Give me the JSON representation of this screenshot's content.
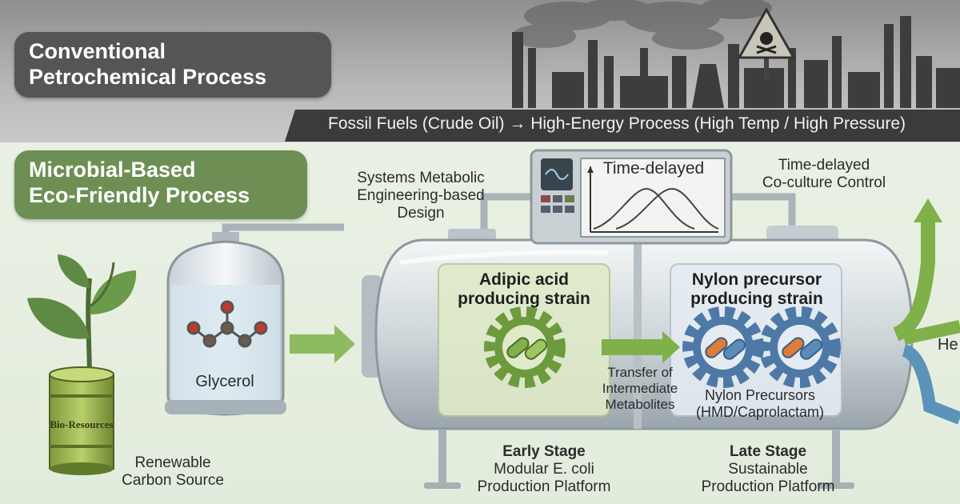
{
  "header": {
    "conventional_title_line1": "Conventional",
    "conventional_title_line2": "Petrochemical Process",
    "fossil_line": "Fossil Fuels (Crude Oil) → High-Energy Process (High Temp / High Pressure)"
  },
  "microbial": {
    "title_line1": "Microbial-Based",
    "title_line2": "Eco-Friendly Process"
  },
  "labels": {
    "design_line1": "Systems Metabolic",
    "design_line2": "Engineering-based",
    "design_line3": "Design",
    "monitor_title": "Time-delayed",
    "coculture_line1": "Time-delayed",
    "coculture_line2": "Co-culture Control",
    "glycerol": "Glycerol",
    "barrel_text": "Bio-Resources",
    "renewable_line1": "Renewable",
    "renewable_line2": "Carbon Source",
    "adipic_line1": "Adipic acid",
    "adipic_line2": "producing strain",
    "nylon_line1": "Nylon precursor",
    "nylon_line2": "producing strain",
    "transfer_line1": "Transfer of",
    "transfer_line2": "Intermediate",
    "transfer_line3": "Metabolites",
    "nylon_products_line1": "Nylon Precursors",
    "nylon_products_line2": "(HMD/Caprolactam)",
    "early_title": "Early Stage",
    "early_line1": "Modular E. coli",
    "early_line2": "Production Platform",
    "late_title": "Late Stage",
    "late_line1": "Sustainable",
    "late_line2": "Production Platform",
    "edge_label": "He"
  },
  "colors": {
    "dark_badge": "#555555",
    "green_badge": "#6e8f53",
    "arrow_green": "#7fb04a",
    "arrow_blue": "#5b94b8",
    "gear_green": "#6e9a3e",
    "gear_blue": "#4e79a7"
  },
  "icons": [
    "factory-skyline",
    "hazard-skull-sign",
    "sprout-icon",
    "barrel-icon",
    "glycerol-molecule-icon",
    "gear-icon",
    "bacteria-icon",
    "monitor-icon",
    "arrow-icon"
  ]
}
